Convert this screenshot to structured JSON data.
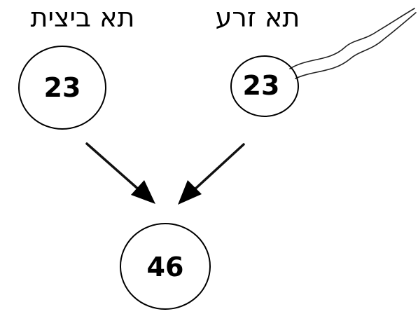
{
  "labels": {
    "egg_cell": "תא ביצית",
    "sperm_cell": "תא זרע"
  },
  "chromosomes": {
    "egg": "23",
    "sperm": "23",
    "zygote": "46"
  },
  "colors": {
    "ink": "#000000",
    "background": "#ffffff"
  }
}
